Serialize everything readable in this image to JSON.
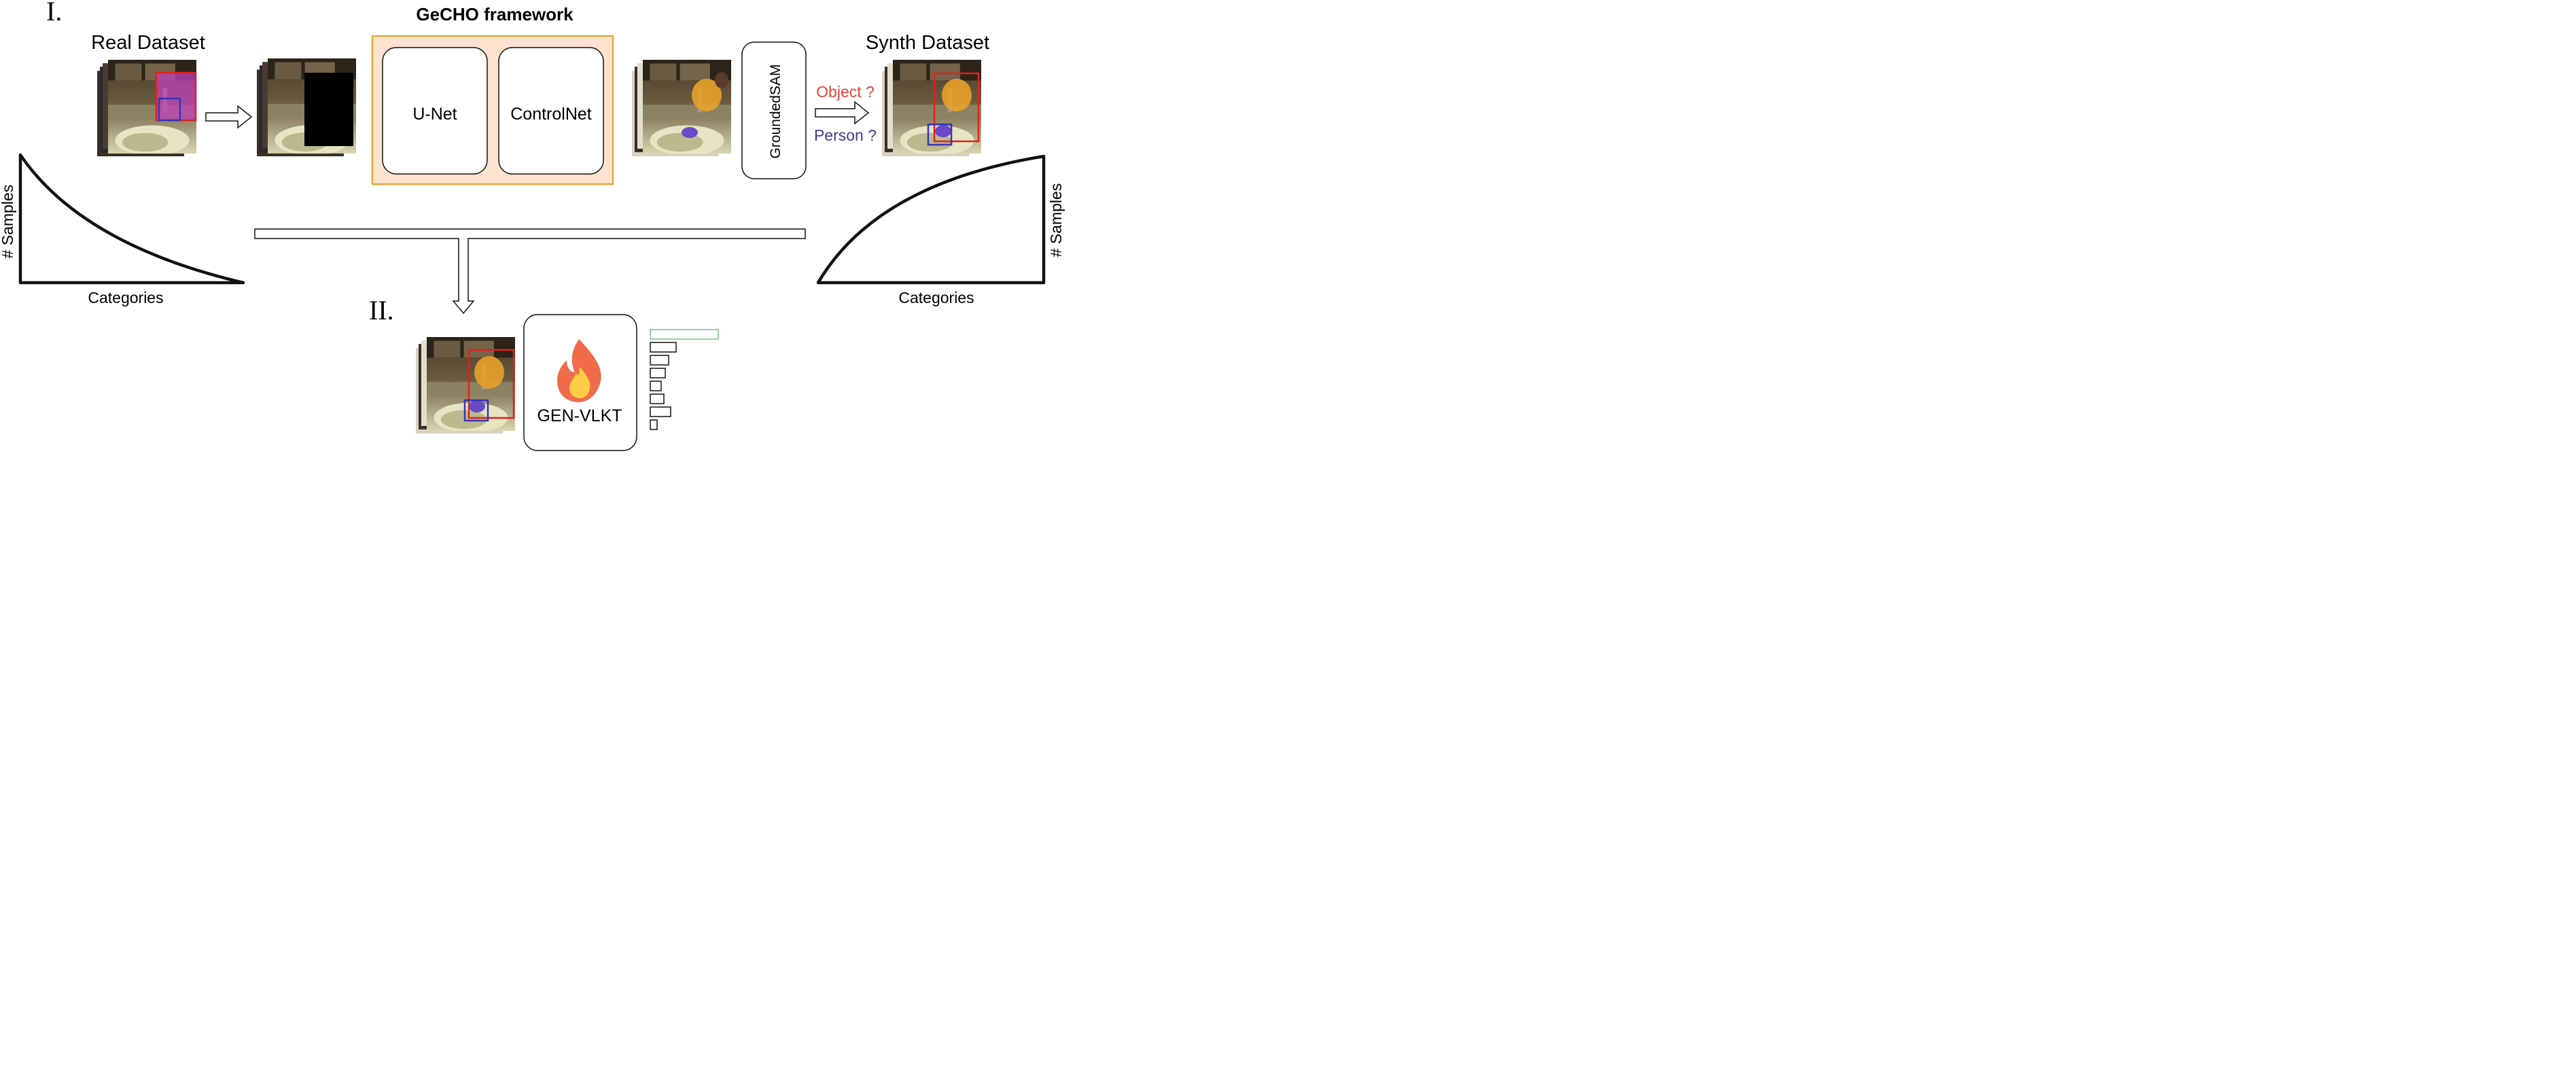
{
  "diagram": {
    "section_one": "I.",
    "section_two": "II.",
    "framework_title": "GeCHO framework",
    "real_dataset_title": "Real Dataset",
    "synth_dataset_title": "Synth Dataset",
    "unet_label": "U-Net",
    "controlnet_label": "ControlNet",
    "grounded_sam_label": "GroundedSAM",
    "object_query": "Object ?",
    "person_query": "Person ?",
    "left_ylabel": "# Samples",
    "left_xlabel": "Categories",
    "right_ylabel": "# Samples",
    "right_xlabel": "Categories",
    "gen_vlkt_label": "GEN-VLKT",
    "histogram_bar_levels": [
      1.0,
      0.38,
      0.27,
      0.22,
      0.16,
      0.2,
      0.3,
      0.1
    ],
    "colors": {
      "framework_fill": "#fde3cf",
      "framework_border": "#e0a93a",
      "object_box": "#e02020",
      "person_box": "#3535b8",
      "object_text": "#e8403a",
      "person_text": "#3b3b96",
      "flame_outer": "#ef6b4a",
      "flame_inner": "#ffcc44",
      "top_bar_stroke": "#7fbf7f"
    }
  }
}
